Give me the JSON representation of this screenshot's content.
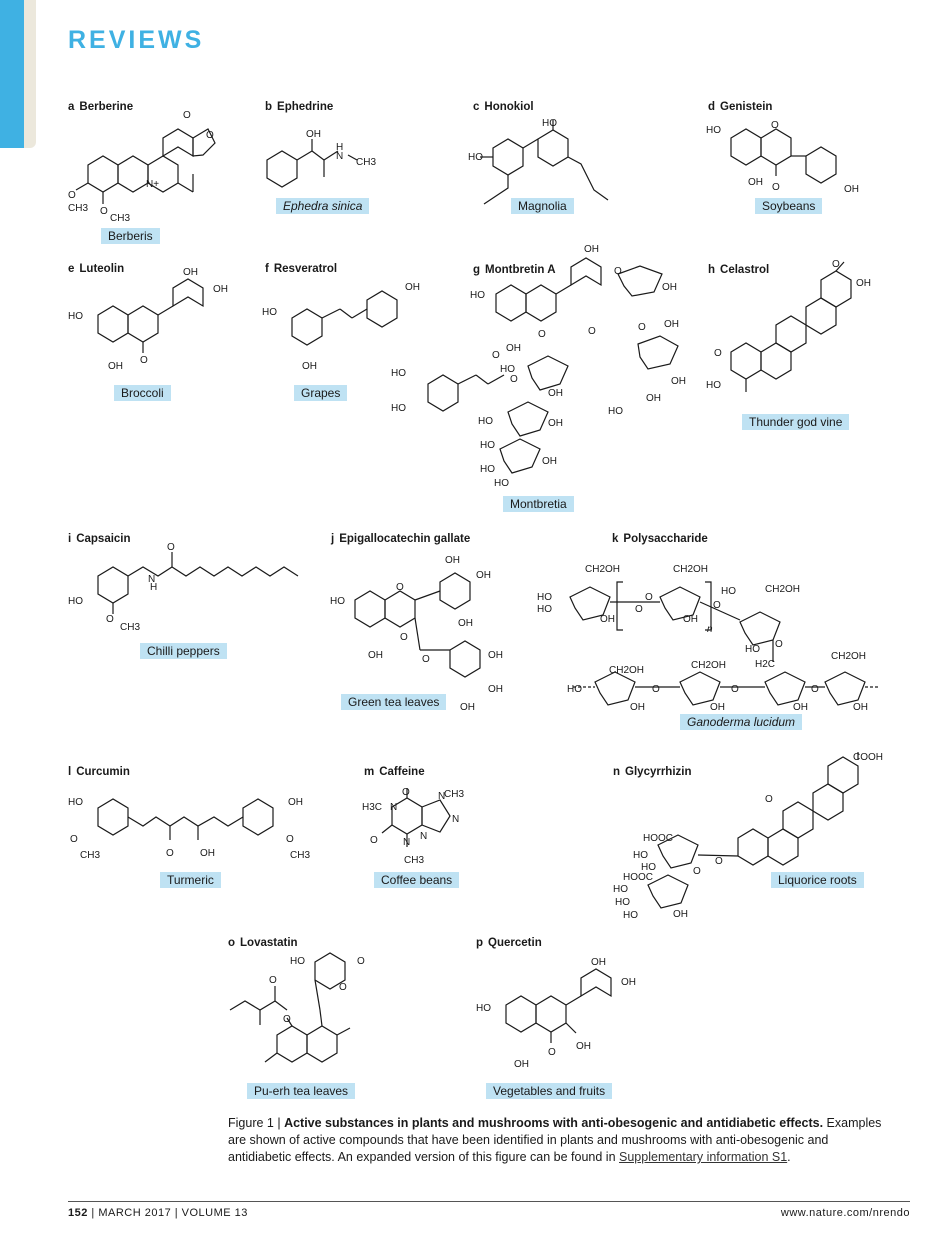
{
  "header": {
    "section": "REVIEWS"
  },
  "compounds": [
    {
      "letter": "a",
      "name": "Berberine",
      "source": "Berberis"
    },
    {
      "letter": "b",
      "name": "Ephedrine",
      "source": "Ephedra sinica"
    },
    {
      "letter": "c",
      "name": "Honokiol",
      "source": "Magnolia"
    },
    {
      "letter": "d",
      "name": "Genistein",
      "source": "Soybeans"
    },
    {
      "letter": "e",
      "name": "Luteolin",
      "source": "Broccoli"
    },
    {
      "letter": "f",
      "name": "Resveratrol",
      "source": "Grapes"
    },
    {
      "letter": "g",
      "name": "Montbretin A",
      "source": "Montbretia"
    },
    {
      "letter": "h",
      "name": "Celastrol",
      "source": "Thunder god vine"
    },
    {
      "letter": "i",
      "name": "Capsaicin",
      "source": "Chilli peppers"
    },
    {
      "letter": "j",
      "name": "Epigallocatechin gallate",
      "source": "Green tea leaves"
    },
    {
      "letter": "k",
      "name": "Polysaccharide",
      "source": "Ganoderma lucidum"
    },
    {
      "letter": "l",
      "name": "Curcumin",
      "source": "Turmeric"
    },
    {
      "letter": "m",
      "name": "Caffeine",
      "source": "Coffee beans"
    },
    {
      "letter": "n",
      "name": "Glycyrrhizin",
      "source": "Liquorice roots"
    },
    {
      "letter": "o",
      "name": "Lovastatin",
      "source": "Pu-erh tea leaves"
    },
    {
      "letter": "p",
      "name": "Quercetin",
      "source": "Vegetables and fruits"
    }
  ],
  "atoms": {
    "OH": "OH",
    "HO": "HO",
    "O": "O",
    "N": "N",
    "Nplus": "N+",
    "NH": "NH",
    "H": "H",
    "OCH3": "OCH3",
    "CH3": "CH3",
    "H3C": "H3C",
    "CH2OH": "CH2OH",
    "H2C": "H2C",
    "COOH": "COOH",
    "HOOC": "HOOC",
    "n": "n"
  },
  "caption": {
    "figure": "Figure 1 | ",
    "title": "Active substances in plants and mushrooms with anti-obesogenic and antidiabetic effects.",
    "body": " Examples are shown of active compounds that have been identified in plants and mushrooms with anti-obesogenic and antidiabetic effects. An expanded version of this figure can be found in ",
    "link": "Supplementary information S1",
    "end": "."
  },
  "footer": {
    "page": "152",
    "issue": " | MARCH 2017 | VOLUME 13",
    "url": "www.nature.com/nrendo"
  }
}
